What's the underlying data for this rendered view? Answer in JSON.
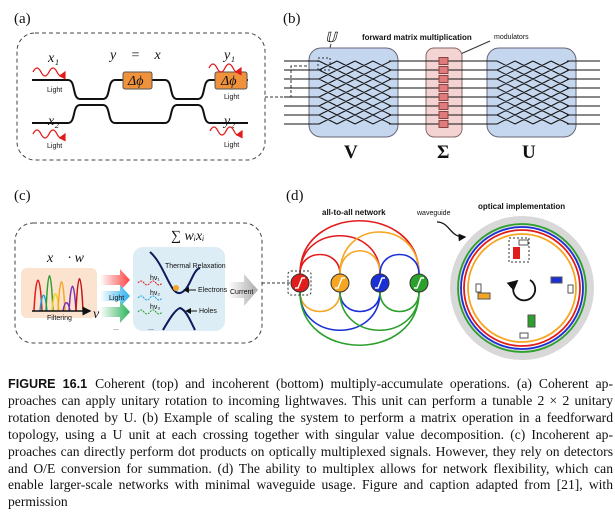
{
  "panel_a": {
    "label": "(a)",
    "equation": "y⃗ = 𝕌x⃗",
    "x1": "x₁",
    "x2": "x₂",
    "y1": "y₁",
    "y2": "y₂",
    "phase_shifter": "Δϕ",
    "light": "Light"
  },
  "panel_b": {
    "label": "(b)",
    "unit_label": "𝕌",
    "title": "forward matrix multiplication",
    "modulators": "modulators",
    "V": "V",
    "Sigma": "Σ",
    "U": "U",
    "colors": {
      "mesh": "#c5d7ef",
      "sigma": "#f4d3d3",
      "modulator": "#e07b7b"
    }
  },
  "panel_c": {
    "label": "(c)",
    "dot": "x⃗ · w⃗",
    "sum": "∑ wᵢxᵢ",
    "filtering": "Filtering",
    "nu": "ν",
    "light": "Light",
    "thermal": "Thermal Relaxation",
    "electrons": "Electrons",
    "holes": "Holes",
    "current": "Current",
    "ellipsis": "...",
    "hv": [
      "hν₁",
      "hν₂",
      "hν₃"
    ]
  },
  "panel_d": {
    "label": "(d)",
    "network_title": "all-to-all network",
    "waveguide": "waveguide",
    "optical_title": "optical implementation",
    "node_colors": [
      "#e21b1b",
      "#f5a623",
      "#1a2fd6",
      "#2ca02c"
    ]
  },
  "caption": {
    "figure_number": "FIGURE 16.1",
    "lines": [
      "Coherent (top) and incoherent (bottom) multiply-accumulate operations. (a) Coherent ap-",
      "proaches can apply unitary rotation to incoming lightwaves. This unit can perform a tunable 2 × 2 unitary",
      "rotation denoted by U. (b) Example of scaling the system to perform a matrix operation in a feedforward",
      "topology, using a U unit at each crossing together with singular value decomposition. (c) Incoherent ap-",
      "proaches can directly perform dot products on optically multiplexed signals. However, they rely on detectors",
      "and O/E conversion for summation. (d) The ability to multiplex allows for network flexibility, which can",
      "enable larger-scale networks with minimal waveguide usage. Figure and caption adapted from [21], with",
      "permission"
    ]
  }
}
